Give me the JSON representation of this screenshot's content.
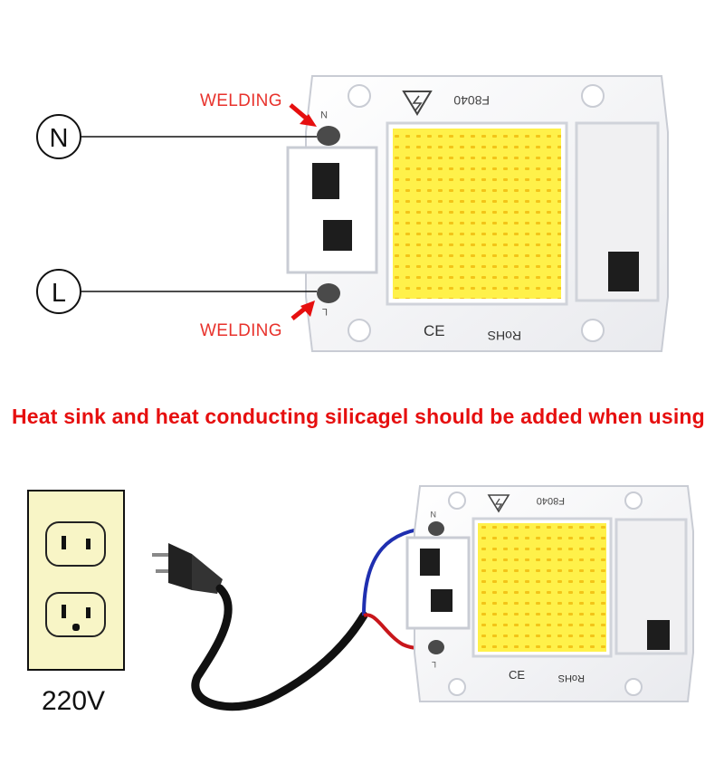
{
  "top_diagram": {
    "terminal_n": "N",
    "terminal_l": "L",
    "welding_label_top": "WELDING",
    "welding_label_bottom": "WELDING",
    "pcb_code": "F8040",
    "pad_mark_n": "N",
    "pad_mark_l": "L",
    "ce_mark": "CE",
    "rohs_mark": "RoHS"
  },
  "notice": "Heat sink and heat conducting silicagel should be added when using",
  "bottom_diagram": {
    "voltage": "220V",
    "pcb_code": "F8040",
    "pad_mark_n": "N",
    "pad_mark_l": "L",
    "ce_mark": "CE",
    "rohs_mark": "RoHS"
  },
  "colors": {
    "accent_red": "#e60f0f",
    "led_yellow": "#fff14a",
    "wire_blue": "#1f2fb0",
    "wire_red": "#c8161b",
    "outlet_plate": "#f8f5c6"
  }
}
